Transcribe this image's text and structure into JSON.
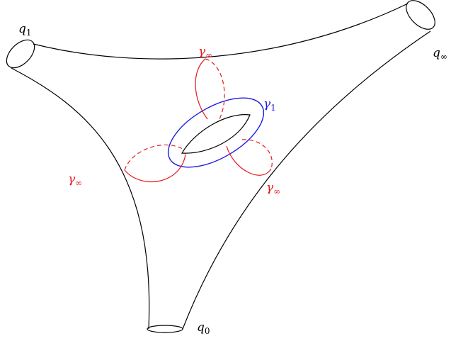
{
  "labels": {
    "q1": {
      "base": "q",
      "sub": "1"
    },
    "q_inf": {
      "base": "q",
      "sub": "∞"
    },
    "q0": {
      "base": "q",
      "sub": "0"
    },
    "gamma1": {
      "base": "γ",
      "sub": "1"
    },
    "gamma_inf_top": {
      "base": "γ",
      "sub": "∞"
    },
    "gamma_inf_left": {
      "base": "γ",
      "sub": "∞"
    },
    "gamma_inf_right": {
      "base": "γ",
      "sub": "∞"
    }
  },
  "colors": {
    "surface": "#000000",
    "gamma_inf": "#e8191c",
    "gamma_1": "#1a1ae6",
    "labels_black": "#000000"
  }
}
